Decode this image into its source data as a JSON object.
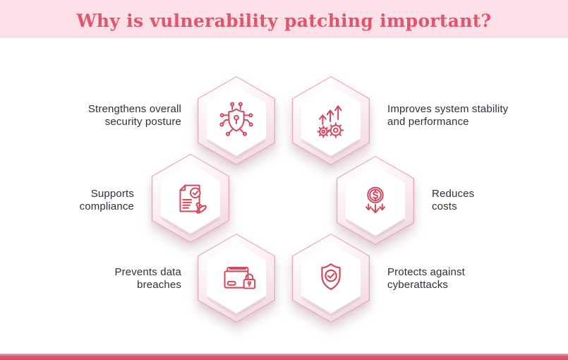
{
  "header": {
    "title": "Why is vulnerability patching important?"
  },
  "items": [
    {
      "icon": "shield-network-icon",
      "lines": [
        "Strengthens overall",
        "security posture"
      ]
    },
    {
      "icon": "growth-gears-icon",
      "lines": [
        "Improves system stability",
        "and performance"
      ]
    },
    {
      "icon": "document-stamp-icon",
      "lines": [
        "Supports",
        "compliance"
      ]
    },
    {
      "icon": "cost-reduction-icon",
      "lines": [
        "Reduces",
        "costs"
      ]
    },
    {
      "icon": "folder-lock-icon",
      "lines": [
        "Prevents data",
        "breaches"
      ]
    },
    {
      "icon": "shield-check-icon",
      "lines": [
        "Protects against",
        "cyberattacks"
      ]
    }
  ],
  "colors": {
    "header_bg": "#fde0e7",
    "title_color": "#e0546c",
    "icon_stroke": "#d34a5f",
    "label_color": "#302f3c",
    "hex_outline": "#e8a9b6",
    "footer_bar": "#d05365"
  }
}
